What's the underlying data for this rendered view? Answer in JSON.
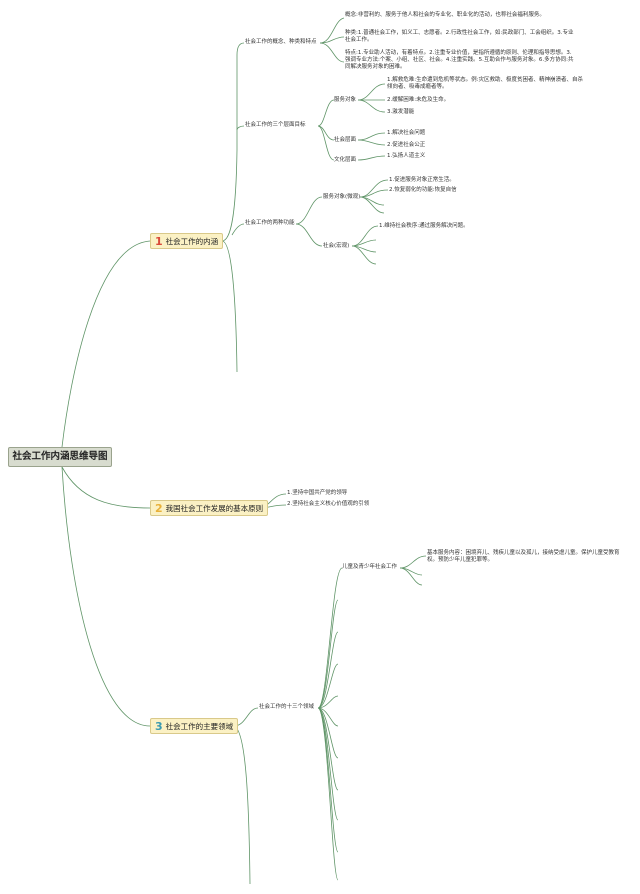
{
  "root": {
    "title": "社会工作内涵思维导图"
  },
  "branches": [
    {
      "num": "1",
      "num_color": "#d94a3a",
      "label": "社会工作的内涵",
      "children": [
        {
          "label": "社会工作的概念、种类和特点",
          "notes": [
            "概念:非营利的、服务于他人和社会的专业化、职业化的活动，也称社会福利服务。",
            "种类:1.普通社会工作，如义工、志愿者。2.行政性社会工作，如:民政部门、工会组织。3.专业社会工作。",
            "特点:1.专业助人活动，有着特点。2.注重专业价值，是指所遵循的原则、伦理和指导思想。3.强调专业方法:个案、小组、社区、社会。4.注重实践。5.互助合作与服务对象。6.多方协同:共同解决服务对象的困难。"
          ]
        },
        {
          "label": "社会工作的三个层面目标",
          "groups": [
            {
              "label": "服务对象",
              "items": [
                "1.解救危难:生命遭到危机等状态。例:灾区救助、极度贫困者、精神崩溃者、自杀倾向者、吸毒成瘾者等。",
                "2.缓解困难:未危及生命。",
                "3.激发潜能"
              ]
            },
            {
              "label": "社会层面",
              "items": [
                "1.解决社会问题",
                "2.促进社会公正"
              ]
            },
            {
              "label": "文化层面",
              "items": [
                "1.弘扬人道主义"
              ]
            }
          ]
        },
        {
          "label": "社会工作的两种功能",
          "groups": [
            {
              "label": "服务对象(微观)",
              "items": [
                "1.促进服务对象正常生活。",
                "2.恢复弱化的功能:恢复自信"
              ]
            },
            {
              "label": "社会(宏观)",
              "items": [
                "1.维持社会秩序:通过服务解决问题。"
              ]
            }
          ]
        }
      ]
    },
    {
      "num": "2",
      "num_color": "#e8b13a",
      "label": "我国社会工作发展的基本原则",
      "children": [
        {
          "label": "1.坚持中国共产党的领导"
        },
        {
          "label": "2.坚持社会主义核心价值观的引领"
        }
      ]
    },
    {
      "num": "3",
      "num_color": "#3a9ab0",
      "label": "社会工作的主要领域",
      "children": [
        {
          "label": "社会工作的十三个领域",
          "groups": [
            {
              "label": "儿童及青少年社会工作",
              "items": [
                "基本服务内容：困境弃儿、残疾儿童以及孤儿，接纳受虐儿童。保护儿童受教育权。预防少年儿童犯罪等。"
              ]
            }
          ]
        }
      ]
    }
  ]
}
